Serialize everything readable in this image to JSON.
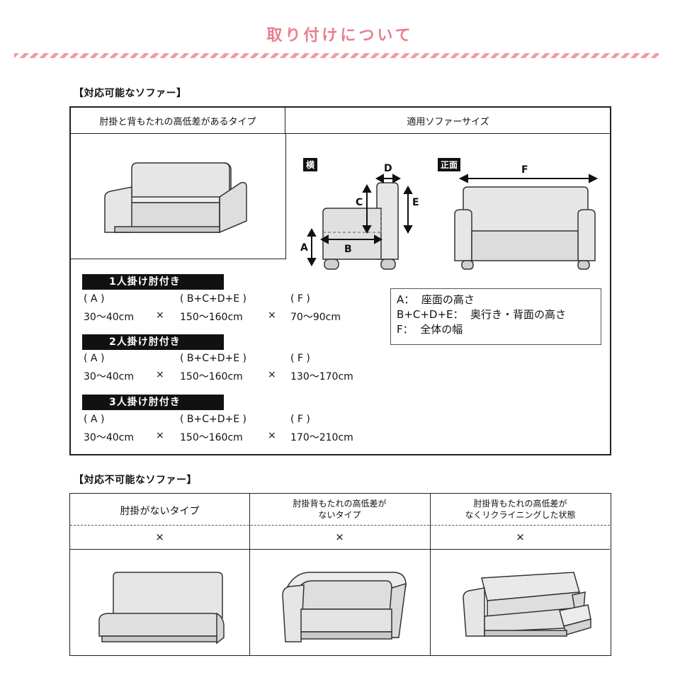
{
  "page_title": "取り付けについて",
  "compatible": {
    "heading": "【対応可能なソファー】",
    "col1_header": "肘掛と背もたれの高低差があるタイプ",
    "col2_header": "適用ソファーサイズ",
    "side_label": "横",
    "front_label": "正面",
    "dim_labels": {
      "a": "A",
      "b": "B",
      "c": "C",
      "d": "D",
      "e": "E",
      "f": "F"
    },
    "models": [
      {
        "name": "1人掛け肘付き",
        "label_a": "( A )",
        "label_bcde": "( B+C+D+E )",
        "label_f": "( F )",
        "val_a": "30〜40cm",
        "val_bcde": "150〜160cm",
        "val_f": "70〜90cm",
        "times": "×"
      },
      {
        "name": "2人掛け肘付き",
        "label_a": "( A )",
        "label_bcde": "( B+C+D+E )",
        "label_f": "( F )",
        "val_a": "30〜40cm",
        "val_bcde": "150〜160cm",
        "val_f": "130〜170cm",
        "times": "×"
      },
      {
        "name": "3人掛け肘付き",
        "label_a": "( A )",
        "label_bcde": "( B+C+D+E )",
        "label_f": "( F )",
        "val_a": "30〜40cm",
        "val_bcde": "150〜160cm",
        "val_f": "170〜210cm",
        "times": "×"
      }
    ],
    "legend": [
      {
        "key": "A：",
        "desc": "座面の高さ"
      },
      {
        "key": "B+C+D+E：",
        "desc": "奥行き・背面の高さ"
      },
      {
        "key": "F：",
        "desc": "全体の幅"
      }
    ]
  },
  "incompatible": {
    "heading": "【対応不可能なソファー】",
    "columns": [
      {
        "line1": "肘掛がないタイプ",
        "line2": "",
        "mark": "×"
      },
      {
        "line1": "肘掛背もたれの高低差が",
        "line2": "ないタイプ",
        "mark": "×"
      },
      {
        "line1": "肘掛背もたれの高低差が",
        "line2": "なくリクライニングした状態",
        "mark": "×"
      }
    ]
  }
}
